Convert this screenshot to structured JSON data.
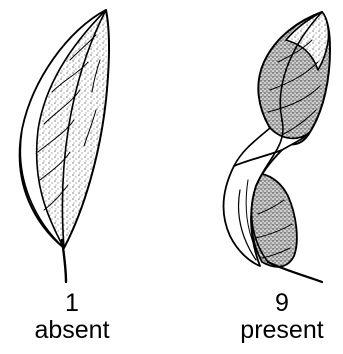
{
  "panels": [
    {
      "number": "1",
      "label": "absent"
    },
    {
      "number": "9",
      "label": "present"
    }
  ]
}
